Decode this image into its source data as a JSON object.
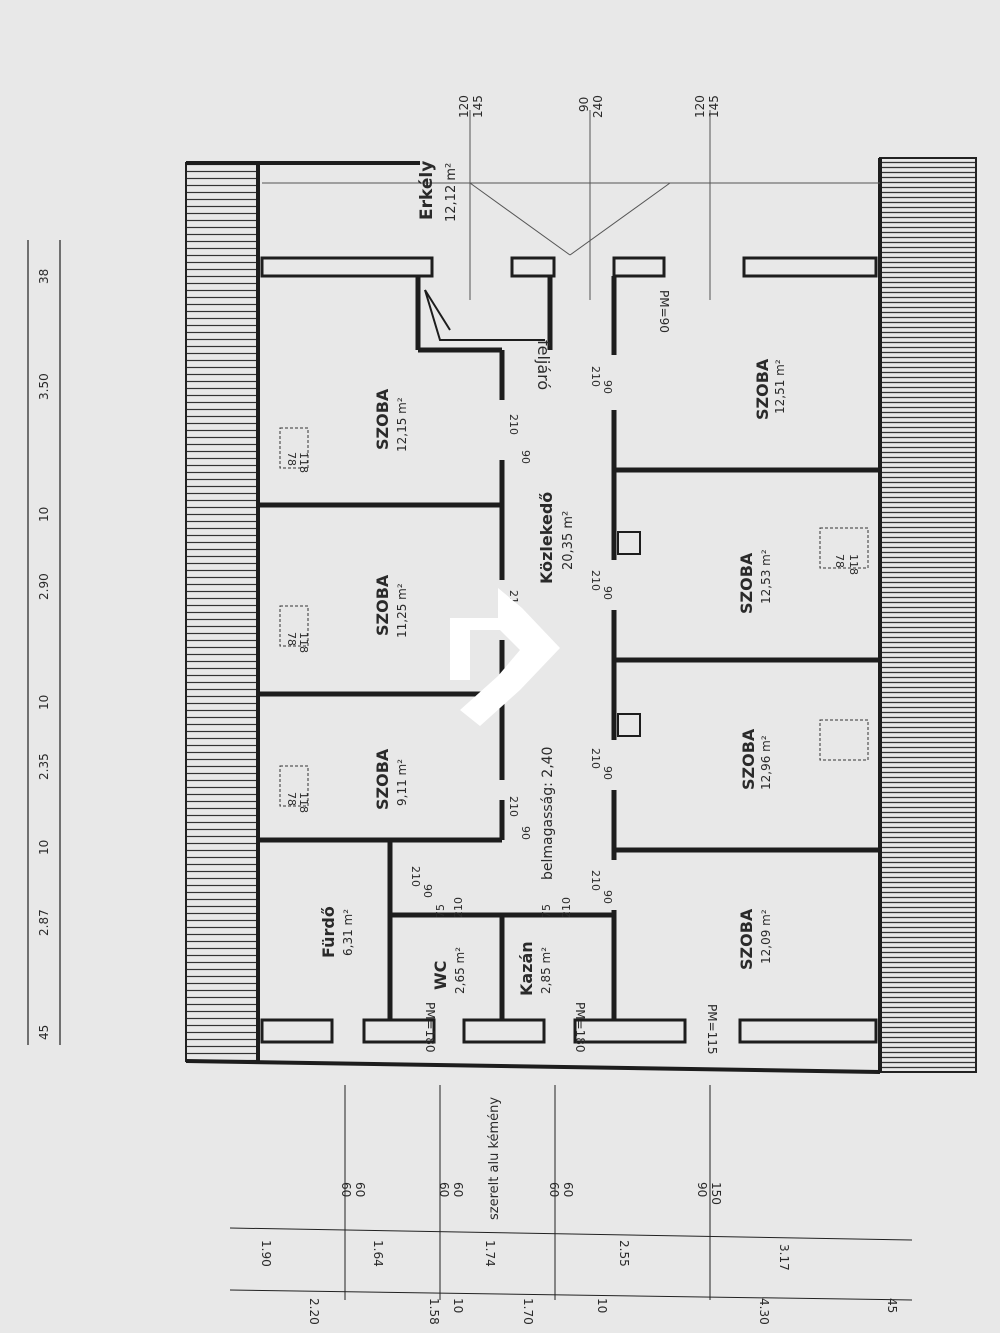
{
  "dims": {
    "top": [
      "45",
      "2.87",
      "10",
      "2.35",
      "10",
      "2.90",
      "10",
      "3.50",
      "38"
    ],
    "right_outer": [
      "120",
      "145",
      "90",
      "240",
      "120",
      "145"
    ],
    "bottom_a": [
      "60",
      "60",
      "60",
      "60",
      "60",
      "60",
      "90",
      "150"
    ],
    "bottom_b": [
      "1.90",
      "1.64",
      "1.74",
      "2.55",
      "3.17"
    ],
    "bottom_c": [
      "2.20",
      "1.58",
      "10",
      "1.70",
      "10",
      "4.30",
      "45"
    ]
  },
  "rooms": {
    "erkely": {
      "name": "Erkély",
      "area": "12,12 m²"
    },
    "feljaro": {
      "name": "feljáró"
    },
    "szoba1": {
      "name": "SZOBA",
      "area": "12,15 m²"
    },
    "szoba2": {
      "name": "SZOBA",
      "area": "11,25 m²"
    },
    "szoba3": {
      "name": "SZOBA",
      "area": "9,11 m²"
    },
    "furdo": {
      "name": "Fürdő",
      "area": "6,31 m²"
    },
    "wc": {
      "name": "WC",
      "area": "2,65 m²"
    },
    "kazan": {
      "name": "Kazán",
      "area": "2,85 m²"
    },
    "kozlekedo": {
      "name": "Közlekedő",
      "area": "20,35 m²",
      "height": "belmagasság: 2,40"
    },
    "szoba4": {
      "name": "SZOBA",
      "area": "12,51 m²"
    },
    "szoba5": {
      "name": "SZOBA",
      "area": "12,53 m²"
    },
    "szoba6": {
      "name": "SZOBA",
      "area": "12,96 m²"
    },
    "szoba7": {
      "name": "SZOBA",
      "area": "12,09 m²"
    }
  },
  "doors": {
    "d90_210": [
      "90",
      "210"
    ],
    "d75_210": [
      "75",
      "210"
    ]
  },
  "windows": {
    "w78_118": [
      "78",
      "118"
    ]
  },
  "parapets": {
    "pm90": "PM=90",
    "pm180a": "PM=180",
    "pm180b": "PM=180",
    "pm115": "PM=115"
  },
  "chimney": "szerelt alu kémény"
}
